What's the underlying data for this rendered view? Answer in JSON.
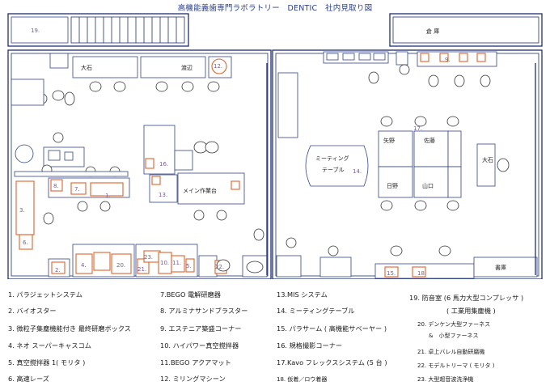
{
  "title": "高機能義歯専門ラボラトリー　DENTIC　社内見取り図",
  "rooms": {
    "storage": "倉 庫",
    "library": "書庫",
    "meeting_line1": "ミーティング",
    "meeting_line2": "テーブル",
    "main_bench": "メイン作業台"
  },
  "names": {
    "oishi": "大石",
    "watanabe": "渡辺",
    "yano": "矢野",
    "sato": "佐藤",
    "oishi2": "大石",
    "hino": "日野",
    "yamaguchi": "山口"
  },
  "numbers": [
    "1.",
    "2.",
    "3.",
    "4.",
    "5.",
    "6.",
    "7.",
    "8.",
    "9.",
    "10.",
    "11.",
    "12.",
    "13.",
    "14.",
    "15.",
    "16.",
    "17.",
    "18.",
    "19.",
    "20.",
    "21.",
    "22.",
    "23."
  ],
  "legend": {
    "col1": [
      "1. パラジェットシステム",
      "2. バイオスター",
      "3. 微粒子集塵機能付き 最終研磨ボックス",
      "4. ネオ スーパーキャスコム",
      "5. 真空撹拌器 1( モリタ )",
      "6. 高速レーズ"
    ],
    "col2": [
      "7.BEGO 電解研磨器",
      "8. アルミナサンドブラスター",
      "9. エステニア築盛コーナー",
      "10. ハイパワー真空撹拌器",
      "11.BEGO アクアマット",
      "12. ミリングマシーン"
    ],
    "col3": [
      "13.MIS システム",
      "14. ミーティングテーブル",
      "15. パラサーム ( 高機能サベーヤー )",
      "16. 規格撮影コーナー",
      "17.Kavo フレックスシステム (5 台 )",
      "18. 仮着／ロウ着器"
    ],
    "col4_l1": "19. 防音室 (6 馬力大型コンプレッサ )",
    "col4_l2": "( 工業用集塵機 )",
    "col4_l3": "20. デンケン大型ファーネス",
    "col4_l4": "&　小型ファーネス",
    "col4_l5": "21. 卓上バレル自動研磨機",
    "col4_l6": "22. モデルトリーマ ( モリタ )",
    "col4_l7": "23. 大型超音波洗浄機"
  }
}
